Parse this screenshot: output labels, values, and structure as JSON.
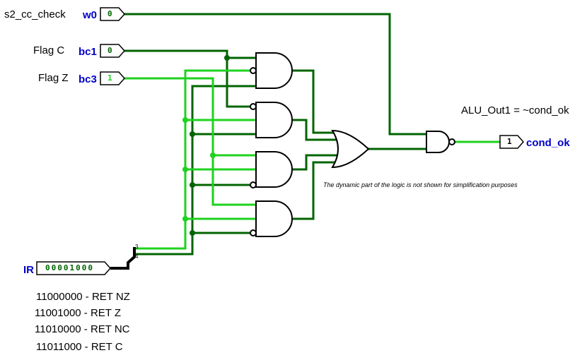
{
  "labels": {
    "s2_cc_check": "s2_cc_check",
    "flag_c": "Flag C",
    "flag_z": "Flag Z",
    "alu_expr": "ALU_Out1 = ~cond_ok",
    "note": "The dynamic part of the logic is not shown for simplification purposes"
  },
  "pins": {
    "w0": {
      "name": "w0",
      "value": "0"
    },
    "bc1": {
      "name": "bc1",
      "value": "0"
    },
    "bc3": {
      "name": "bc3",
      "value": "1"
    },
    "ir": {
      "name": "IR",
      "value": "00001000"
    },
    "cond_ok": {
      "name": "cond_ok",
      "value": "1"
    }
  },
  "splitter": {
    "top": "3",
    "bottom": "4"
  },
  "opcodes": [
    "11000000 - RET NZ",
    "11001000 - RET Z",
    "11010000 - RET NC",
    "11011000 - RET C"
  ],
  "colors": {
    "wire_low": "#006400",
    "wire_high": "#1ed21e",
    "pin_label": "#0000c8",
    "bus": "#000000"
  }
}
